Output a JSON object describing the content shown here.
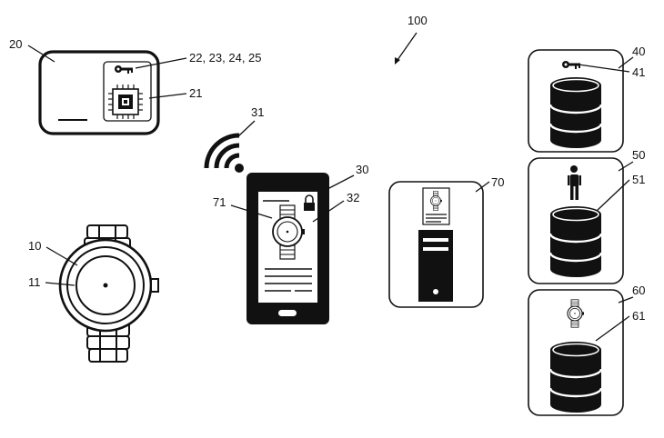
{
  "figure_label": "100",
  "labels": {
    "card": "20",
    "card_chip_refs": "22, 23, 24, 25",
    "card_chip": "21",
    "signal": "31",
    "phone": "30",
    "phone_image": "71",
    "phone_screen": "32",
    "watch": "10",
    "watch_dial": "11",
    "server": "70",
    "db_keys": "40",
    "db_keys_inner": "41",
    "db_users": "50",
    "db_users_inner": "51",
    "db_watches": "60",
    "db_watches_inner": "61"
  },
  "icons": {
    "key": "key-icon",
    "chip": "chip-icon",
    "wifi": "wireless-signal-icon",
    "lock": "lock-icon",
    "person": "person-icon",
    "watch": "watch-icon",
    "database": "database-icon",
    "computer": "computer-tower-icon"
  },
  "colors": {
    "ink": "#111111",
    "paper": "#ffffff"
  }
}
